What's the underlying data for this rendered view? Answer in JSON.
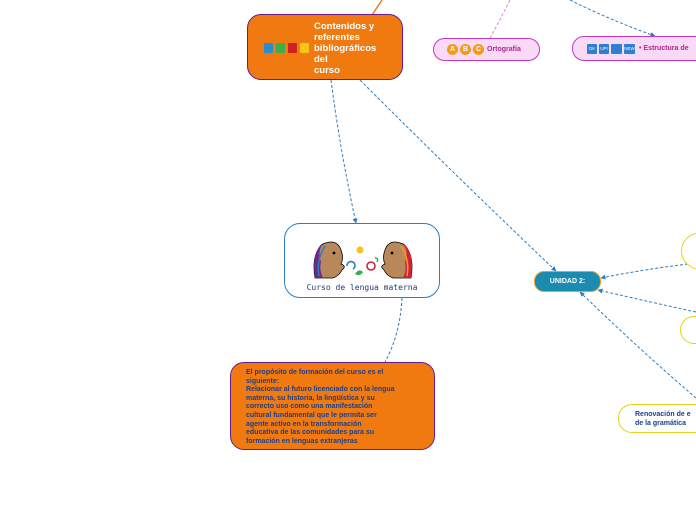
{
  "nodes": {
    "contenidos": {
      "label": "Contenidos y\nreferentes\nbibliográficos\ndel\ncurso"
    },
    "ortografia": {
      "label": "Ortografía",
      "letters": [
        "A",
        "B",
        "C"
      ]
    },
    "estructura": {
      "label": "• Estructura de",
      "keys": [
        "OK",
        "UP!",
        "",
        "NEW"
      ]
    },
    "curso": {
      "label": "Curso de lengua materna"
    },
    "proposito": {
      "label": "El propósito de formación del curso es el\nsiguiente:\nRelacionar al futuro licenciado con la lengua\nmaterna, su historia, la lingüística y su\ncorrecto uso como una manifestación\ncultural fundamental que le permita ser\nagente activo en la transformación\neducativa de las comunidades para su\nformación en lenguas extranjeras"
    },
    "unidad2": {
      "label": "UNIDAD 2:"
    },
    "renovacion": {
      "label": "Renovación de e\nde la gramática"
    }
  },
  "colors": {
    "orange": "#f07a10",
    "purple_border": "#6b1a8a",
    "pink_fill": "#f8d9f6",
    "pink_border": "#c237c2",
    "blue_link": "#2a7ec0",
    "teal": "#1b8bb0",
    "yellow": "#e6d21a",
    "dark_blue_text": "#1c3f88"
  }
}
